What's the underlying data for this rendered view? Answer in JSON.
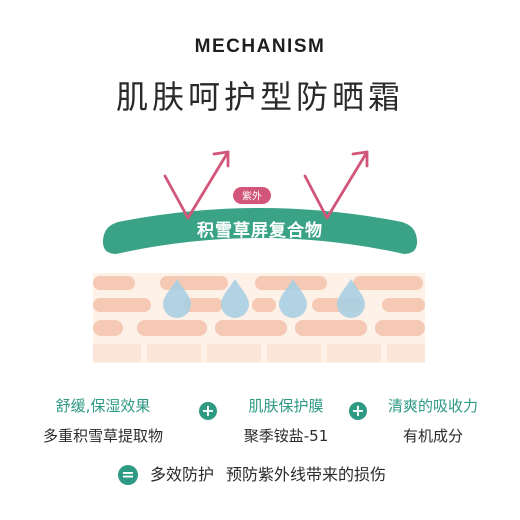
{
  "header": {
    "title_en": "MECHANISM",
    "title_cn": "肌肤呵护型防晒霜"
  },
  "diagram": {
    "uv_badge": "紫外",
    "band_label": "积雪草屏复合物",
    "colors": {
      "arrow": "#d2557a",
      "band": "#3aa386",
      "skin_cell": "#f6c9b4",
      "skin_cell_light": "#fbe5d6",
      "droplet": "#a9cfe2"
    }
  },
  "features": [
    {
      "title": "舒缓,保湿效果",
      "desc": "多重积雪草提取物"
    },
    {
      "title": "肌肤保护膜",
      "desc": "聚季铵盐-51"
    },
    {
      "title": "清爽的吸收力",
      "desc": "有机成分"
    }
  ],
  "operators": {
    "plus": "+",
    "equals": "="
  },
  "summary": {
    "part1": "多效防护",
    "part2": "预防紫外线带来的损伤"
  }
}
